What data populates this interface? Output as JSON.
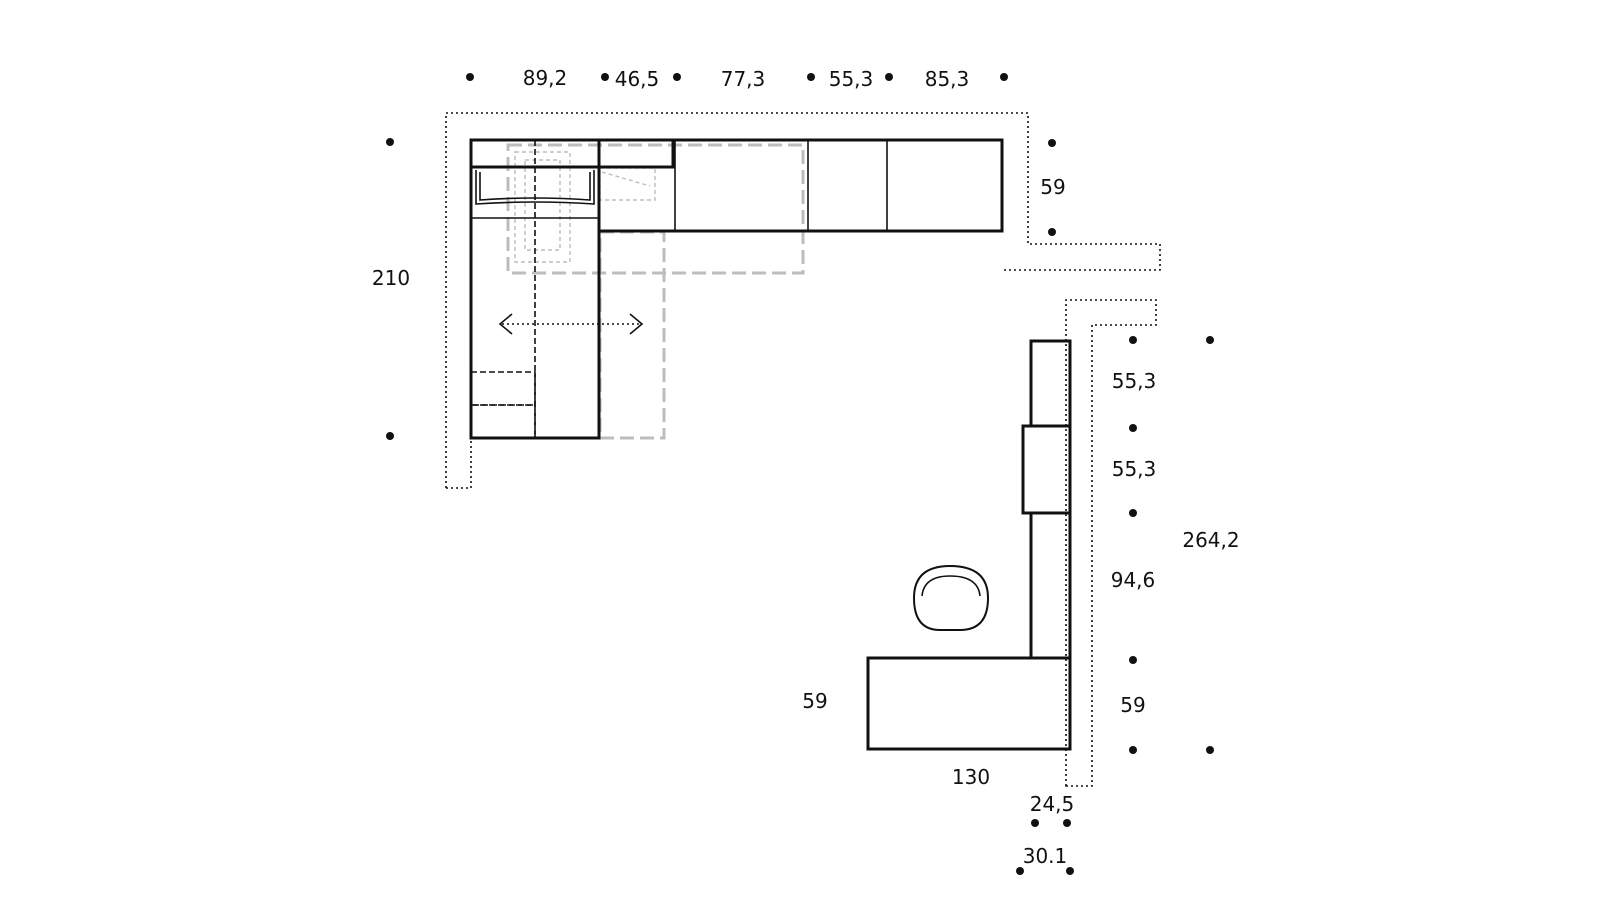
{
  "colors": {
    "line": "#111111",
    "ghost": "#bdbdbd",
    "background": "#ffffff"
  },
  "icons": [
    "double-arrow-icon",
    "chair-icon"
  ],
  "dimensions": {
    "top": [
      "89,2",
      "46,5",
      "77,3",
      "55,3",
      "85,3"
    ],
    "left_height": "210",
    "top_right_depth": "59",
    "right_segments": [
      "55,3",
      "55,3",
      "94,6",
      "59"
    ],
    "right_total": "264,2",
    "desk_depth": "59",
    "desk_width": "130",
    "bottom_upper": "24,5",
    "bottom_lower": "30.1"
  }
}
